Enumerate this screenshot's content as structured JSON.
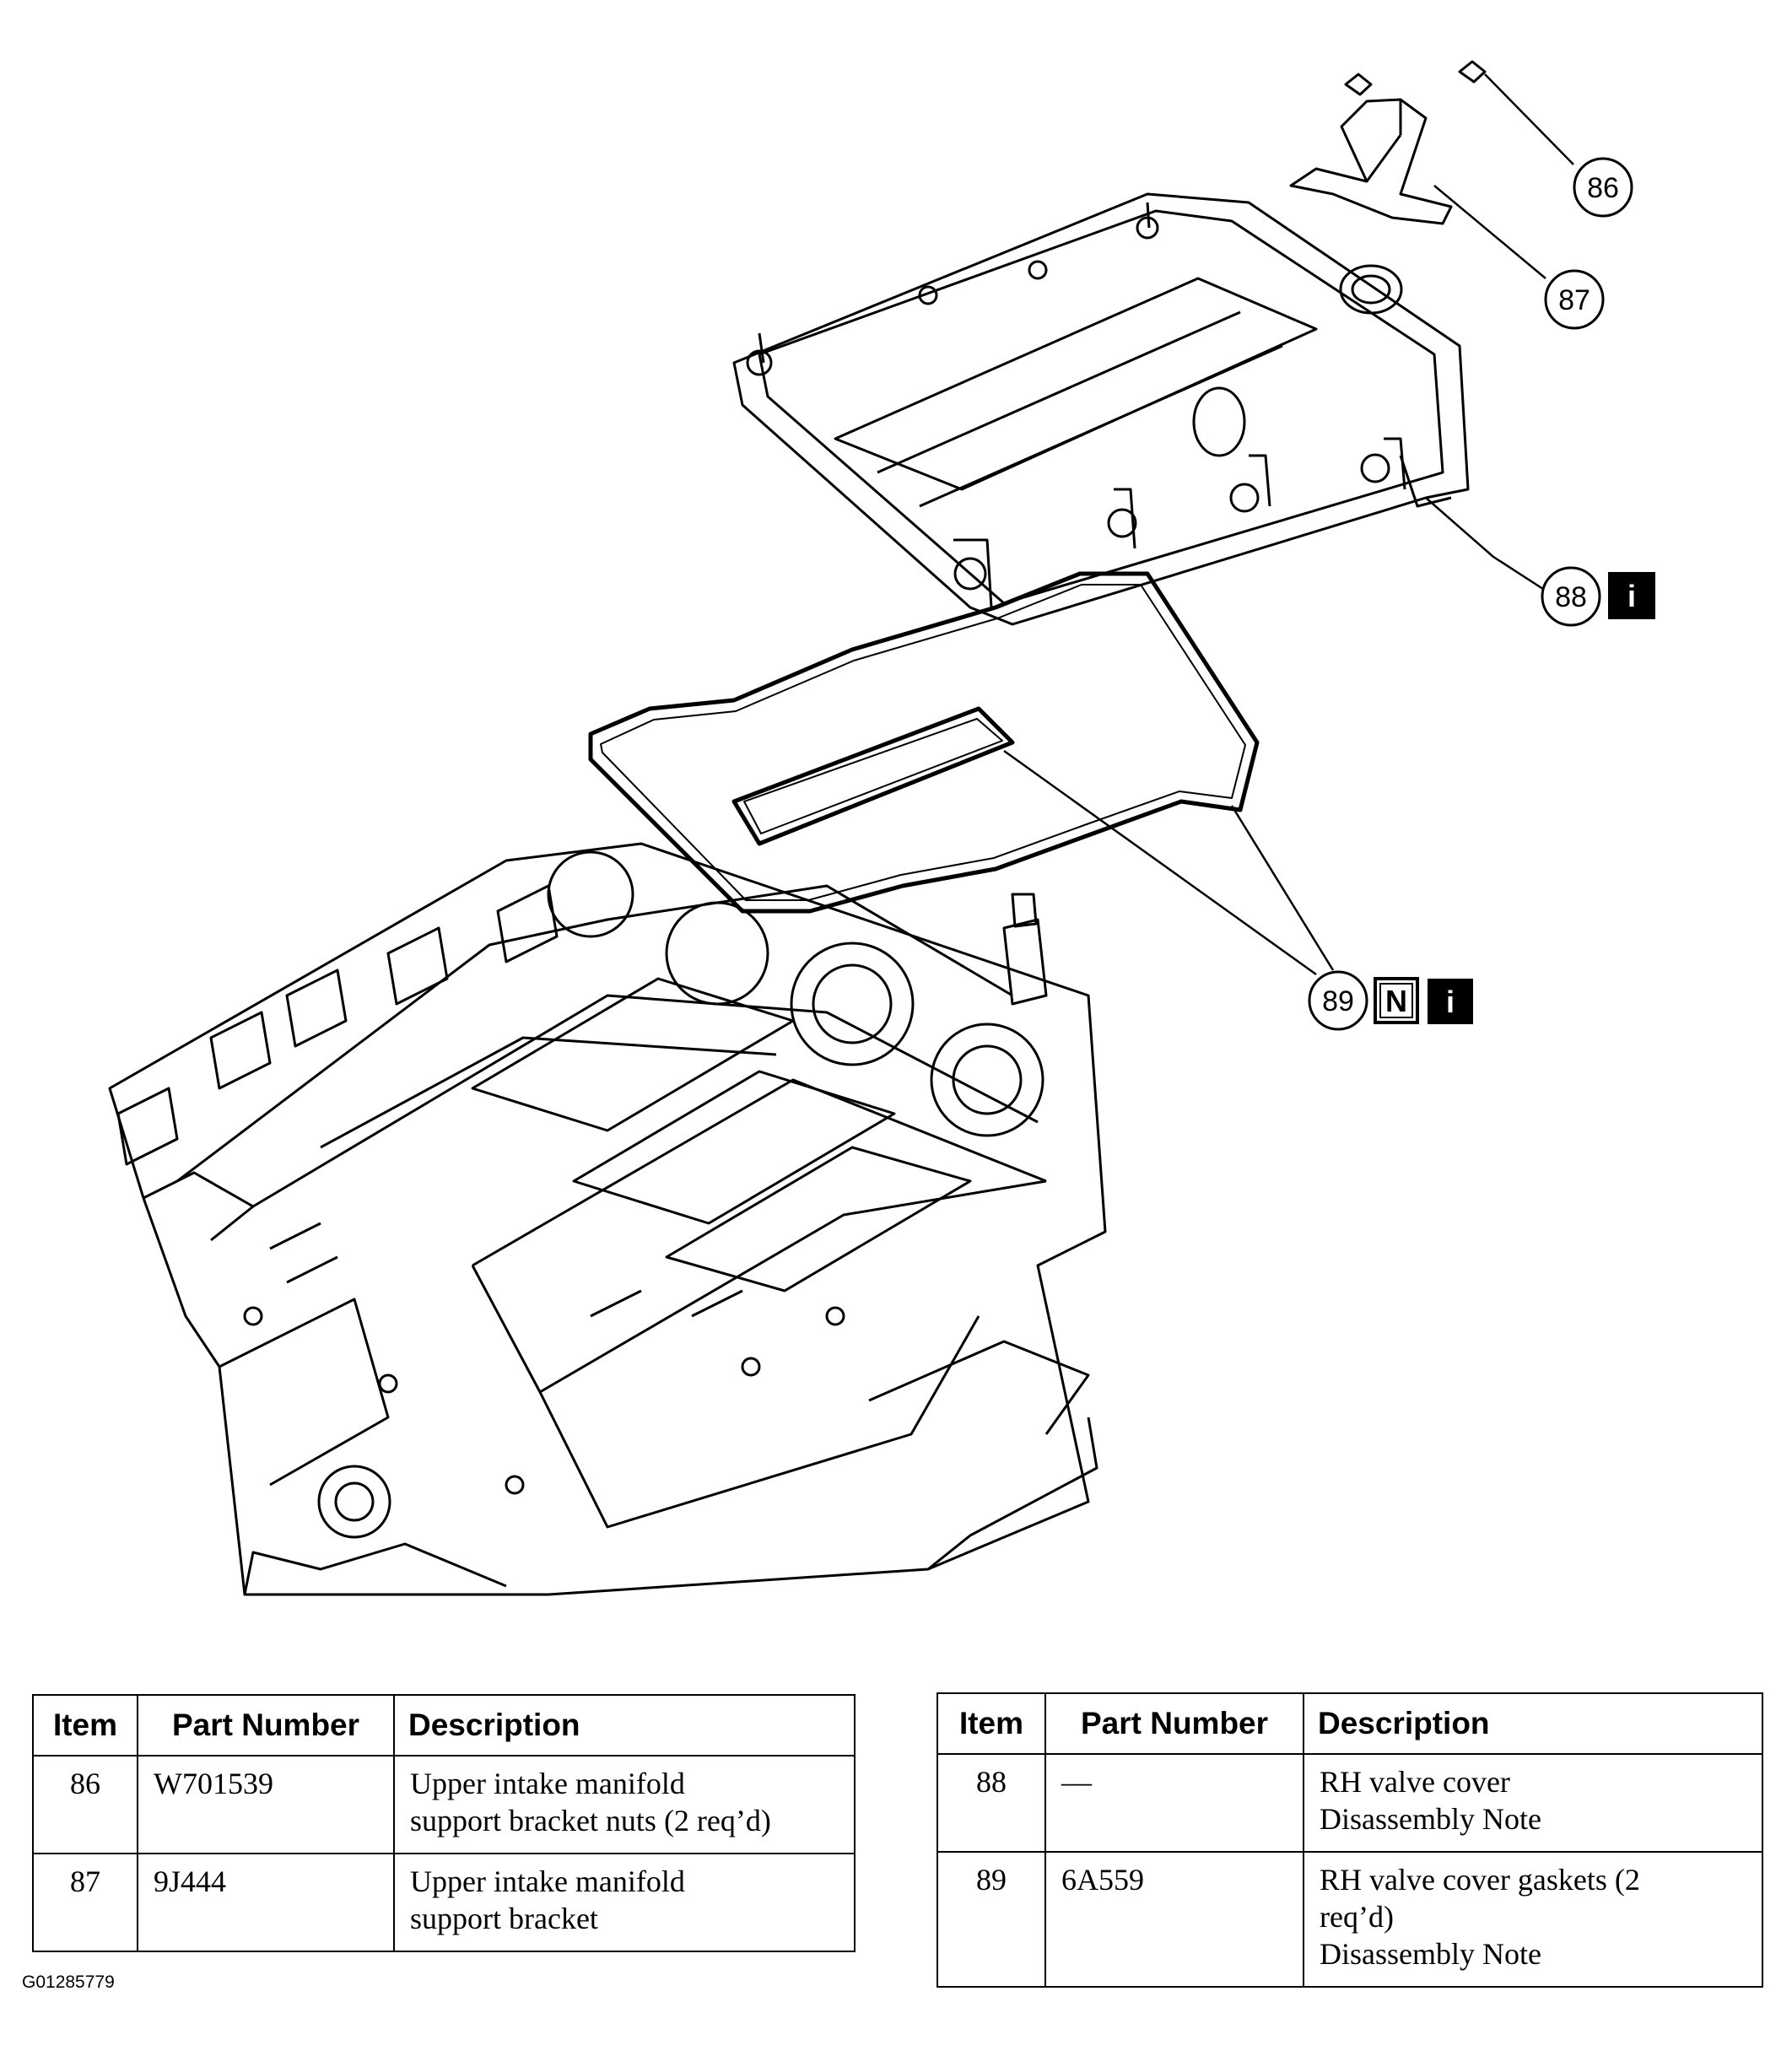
{
  "callouts": [
    {
      "number": "86",
      "badges": []
    },
    {
      "number": "87",
      "badges": []
    },
    {
      "number": "88",
      "badges": [
        "i"
      ]
    },
    {
      "number": "89",
      "badges": [
        "N",
        "i"
      ]
    }
  ],
  "tables": [
    {
      "headers": [
        "Item",
        "Part Number",
        "Description"
      ],
      "rows": [
        {
          "item": "86",
          "part_number": "W701539",
          "description": [
            "Upper intake manifold",
            "support bracket nuts (2 req’d)"
          ]
        },
        {
          "item": "87",
          "part_number": "9J444",
          "description": [
            "Upper intake manifold",
            "support bracket"
          ]
        }
      ]
    },
    {
      "headers": [
        "Item",
        "Part Number",
        "Description"
      ],
      "rows": [
        {
          "item": "88",
          "part_number": "—",
          "description": [
            "RH valve cover",
            "Disassembly Note"
          ]
        },
        {
          "item": "89",
          "part_number": "6A559",
          "description": [
            "RH valve cover gaskets (2",
            "req’d)",
            "Disassembly Note"
          ]
        }
      ]
    }
  ],
  "figure_id": "G01285779"
}
